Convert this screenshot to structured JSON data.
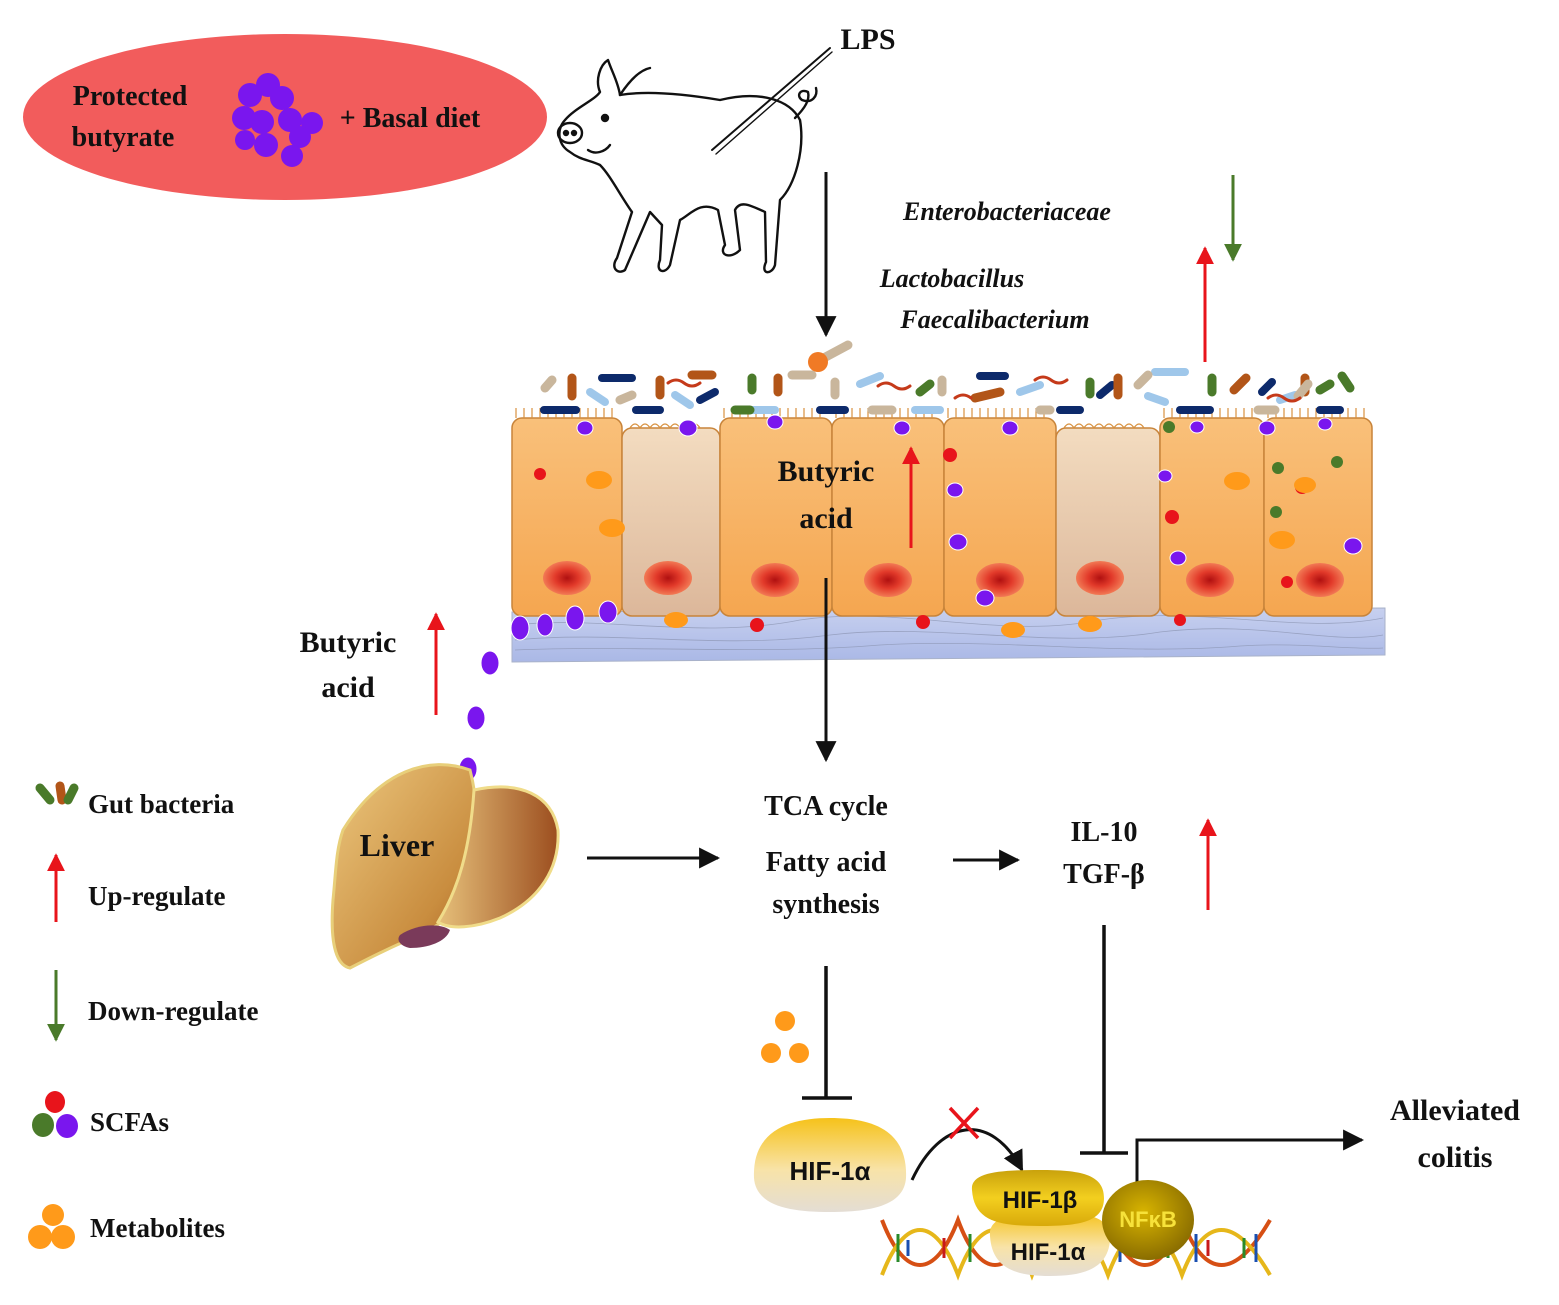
{
  "diet": {
    "line1": "Protected",
    "line2": "butyrate",
    "plus_basal": "+ Basal diet"
  },
  "lps_label": "LPS",
  "bacteria": {
    "down": "Enterobacteriaceae",
    "up1": "Lactobacillus",
    "up2": "Faecalibacterium"
  },
  "gut_butyric": {
    "line1": "Butyric",
    "line2": "acid"
  },
  "liver_butyric": {
    "line1": "Butyric",
    "line2": "acid"
  },
  "liver_label": "Liver",
  "metabolism": {
    "line1": "TCA cycle",
    "line2": "Fatty acid",
    "line3": "synthesis"
  },
  "cytokines": {
    "line1": "IL-10",
    "line2": "TGF-β"
  },
  "proteins": {
    "hif1a_free": "HIF-1α",
    "hif1b": "HIF-1β",
    "hif1a_bound": "HIF-1α",
    "nfkb": "NFκB"
  },
  "outcome": {
    "line1": "Alleviated",
    "line2": "colitis"
  },
  "legend": [
    {
      "icon": "gut-bacteria-icon",
      "label": "Gut bacteria"
    },
    {
      "icon": "up-arrow-icon",
      "label": "Up-regulate"
    },
    {
      "icon": "down-arrow-icon",
      "label": "Down-regulate"
    },
    {
      "icon": "scfa-icon",
      "label": "SCFAs"
    },
    {
      "icon": "metabolites-icon",
      "label": "Metabolites"
    }
  ],
  "colors": {
    "up": "#e8141b",
    "down": "#4a7a2a",
    "diet_ellipse": "#f25c5c",
    "butyrate": "#7a16ee",
    "metabolite": "#ff9a1a",
    "cell": "#f8b56a",
    "liver": "#d9a24e"
  }
}
